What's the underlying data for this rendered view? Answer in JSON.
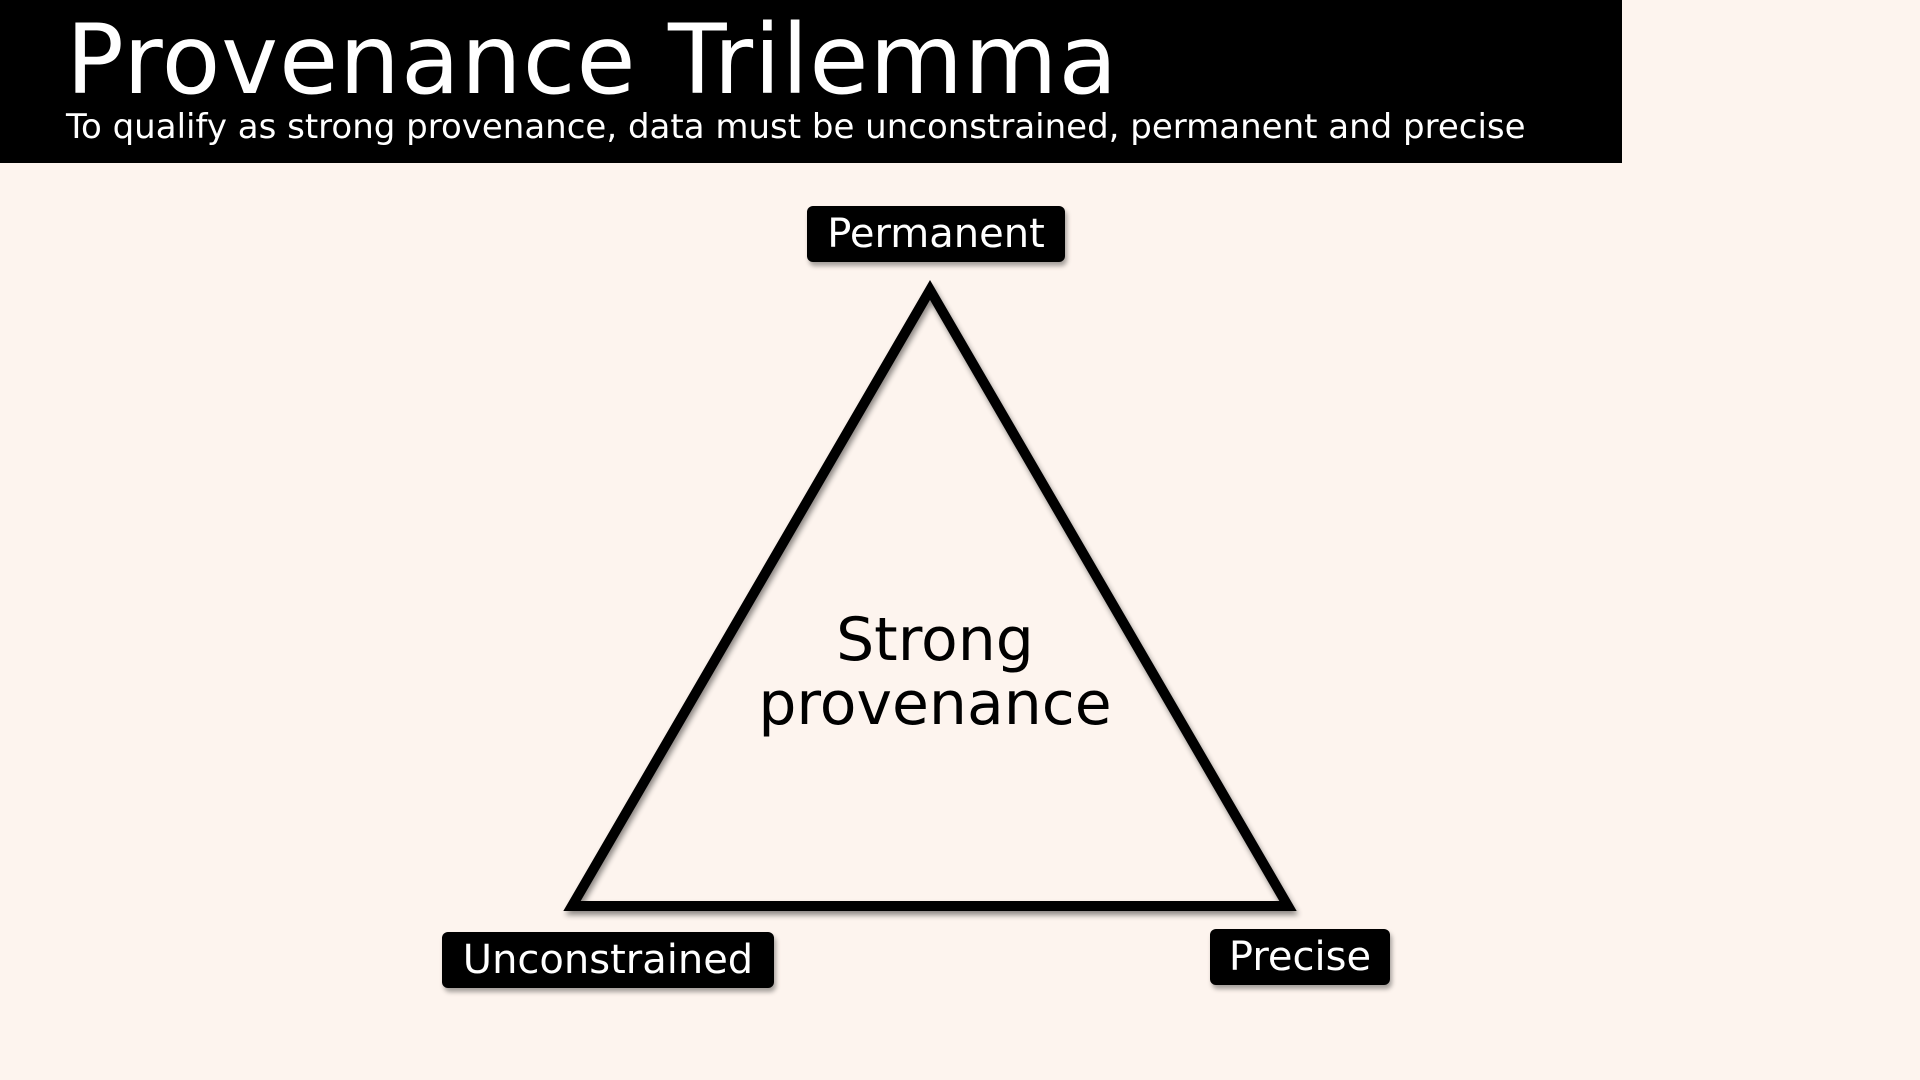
{
  "header": {
    "title": "Provenance Trilemma",
    "subtitle": "To qualify as strong provenance, data must be unconstrained, permanent and precise"
  },
  "diagram": {
    "center_line1": "Strong",
    "center_line2": "provenance",
    "vertices": {
      "top": "Permanent",
      "bottom_left": "Unconstrained",
      "bottom_right": "Precise"
    }
  },
  "colors": {
    "background": "#fdf4ee",
    "header_bg": "#000000",
    "label_bg": "#000000",
    "stroke": "#000000"
  }
}
